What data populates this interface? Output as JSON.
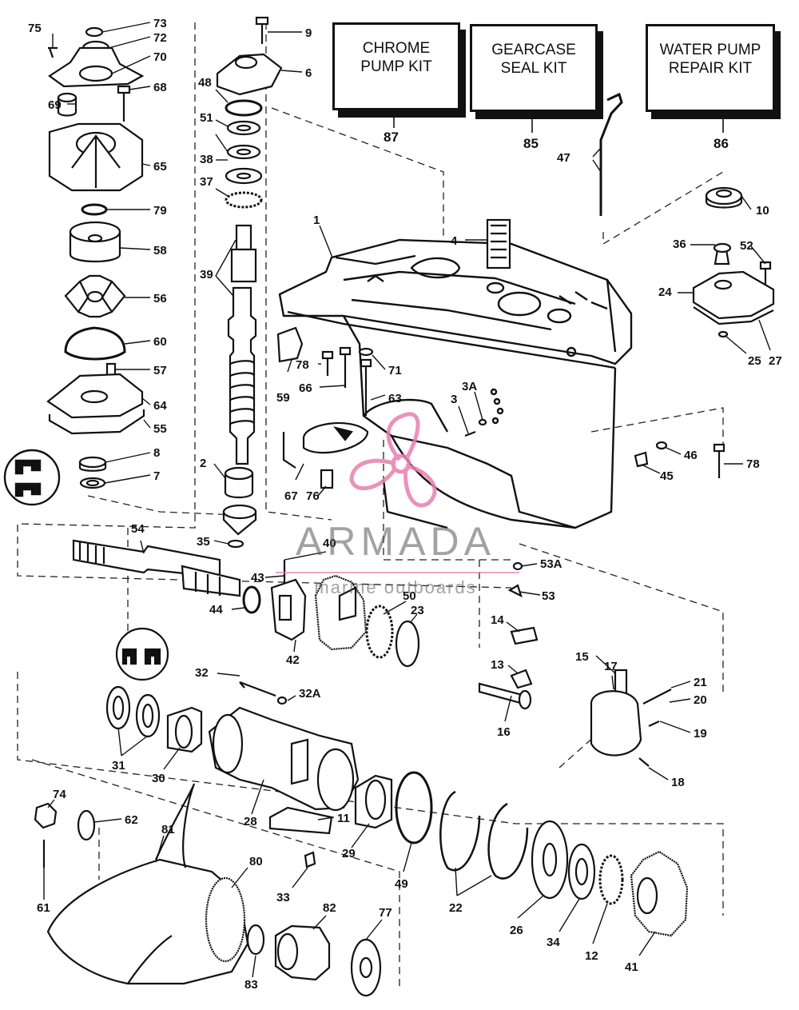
{
  "kits": [
    {
      "label": "CHROME\nPUMP KIT",
      "number": "87"
    },
    {
      "label": "GEARCASE\nSEAL KIT",
      "number": "85"
    },
    {
      "label": "WATER PUMP\nREPAIR KIT",
      "number": "86"
    }
  ],
  "watermark": {
    "name": "ARMADA",
    "tagline": "marine outboards",
    "accent": "#e77fb1",
    "gray": "#555555"
  },
  "callouts": [
    "75",
    "73",
    "72",
    "70",
    "69",
    "68",
    "65",
    "79",
    "58",
    "56",
    "60",
    "57",
    "64",
    "55",
    "8",
    "7",
    "9",
    "6",
    "48",
    "51",
    "38",
    "37",
    "39",
    "2",
    "35",
    "1",
    "4",
    "78",
    "66",
    "59",
    "71",
    "63",
    "3A",
    "3",
    "67",
    "76",
    "47",
    "10",
    "36",
    "52",
    "24",
    "25",
    "27",
    "46",
    "45",
    "78",
    "54",
    "40",
    "43",
    "44",
    "42",
    "50",
    "23",
    "53A",
    "53",
    "14",
    "13",
    "15",
    "17",
    "21",
    "20",
    "19",
    "16",
    "18",
    "32",
    "32A",
    "31",
    "30",
    "28",
    "11",
    "29",
    "49",
    "22",
    "26",
    "34",
    "12",
    "41",
    "74",
    "62",
    "61",
    "81",
    "80",
    "33",
    "82",
    "77",
    "83"
  ]
}
